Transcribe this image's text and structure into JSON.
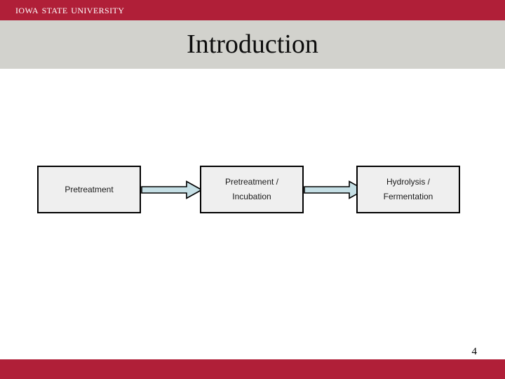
{
  "slide": {
    "brand": {
      "wordmark": "Iowa State University",
      "bar_color": "#b01f38"
    },
    "title": "Introduction",
    "title_band_color": "#d2d2cd",
    "page_number": "4"
  },
  "diagram": {
    "type": "flowchart",
    "orientation": "left-to-right",
    "box_fill": "#efefef",
    "box_border": "#000000",
    "arrow_fill": "#c5dfe5",
    "arrow_border": "#000000",
    "nodes": [
      {
        "id": "node-1",
        "label": "Pretreatment"
      },
      {
        "id": "node-2",
        "label": "Pretreatment /\nIncubation"
      },
      {
        "id": "node-3",
        "label": "Hydrolysis /\nFermentation"
      }
    ],
    "connectors": [
      {
        "id": "arrow-1",
        "from": "node-1",
        "to": "node-2",
        "shape": "block-arrow-right"
      },
      {
        "id": "arrow-2",
        "from": "node-2",
        "to": "node-3",
        "shape": "block-arrow-right"
      }
    ]
  }
}
